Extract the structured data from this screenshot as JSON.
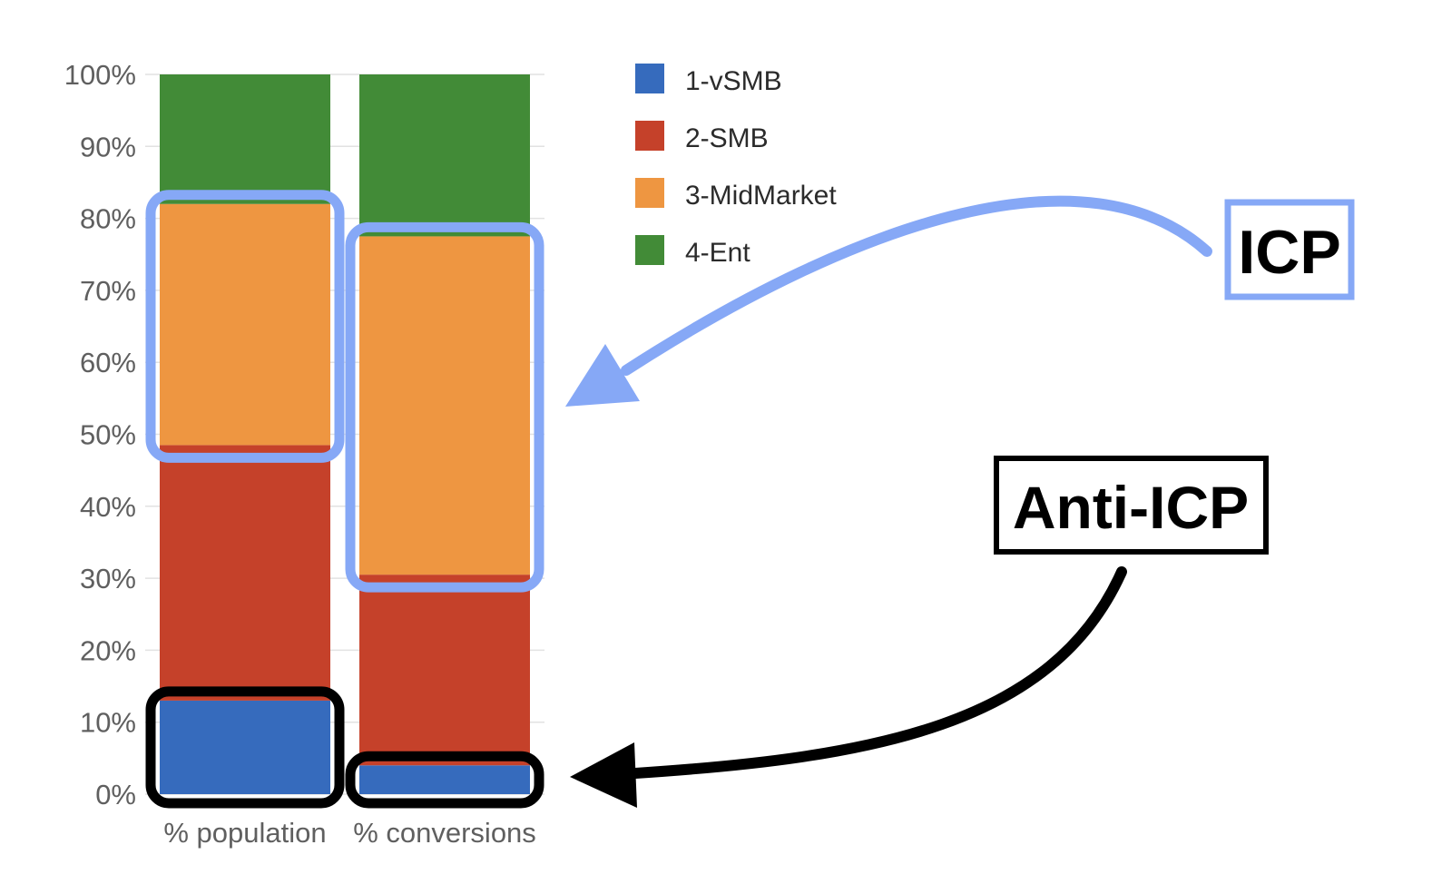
{
  "chart_data": {
    "type": "bar",
    "stacked": true,
    "categories": [
      "% population",
      "% conversions"
    ],
    "series": [
      {
        "name": "1-vSMB",
        "color": "#366bbd",
        "values": [
          13,
          4
        ]
      },
      {
        "name": "2-SMB",
        "color": "#c5412a",
        "values": [
          35.5,
          26.5
        ]
      },
      {
        "name": "3-MidMarket",
        "color": "#ee9641",
        "values": [
          33.5,
          47
        ]
      },
      {
        "name": "4-Ent",
        "color": "#428b37",
        "values": [
          18,
          22.5
        ]
      }
    ],
    "ylim": [
      0,
      100
    ],
    "yticks": [
      "0%",
      "10%",
      "20%",
      "30%",
      "40%",
      "50%",
      "60%",
      "70%",
      "80%",
      "90%",
      "100%"
    ],
    "ytick_values": [
      0,
      10,
      20,
      30,
      40,
      50,
      60,
      70,
      80,
      90,
      100
    ],
    "grid": true,
    "legend": "right",
    "title": "",
    "xlabel": "",
    "ylabel": ""
  },
  "annotations": {
    "icp": {
      "label": "ICP",
      "color": "#86a8f6",
      "highlights": [
        {
          "category": "% population",
          "from": 48,
          "to": 82
        },
        {
          "category": "% conversions",
          "from": 30,
          "to": 77.5
        }
      ]
    },
    "anti_icp": {
      "label": "Anti-ICP",
      "color": "#000000",
      "highlights": [
        {
          "category": "% population",
          "from": 0,
          "to": 13
        },
        {
          "category": "% conversions",
          "from": 0,
          "to": 4
        }
      ]
    }
  }
}
